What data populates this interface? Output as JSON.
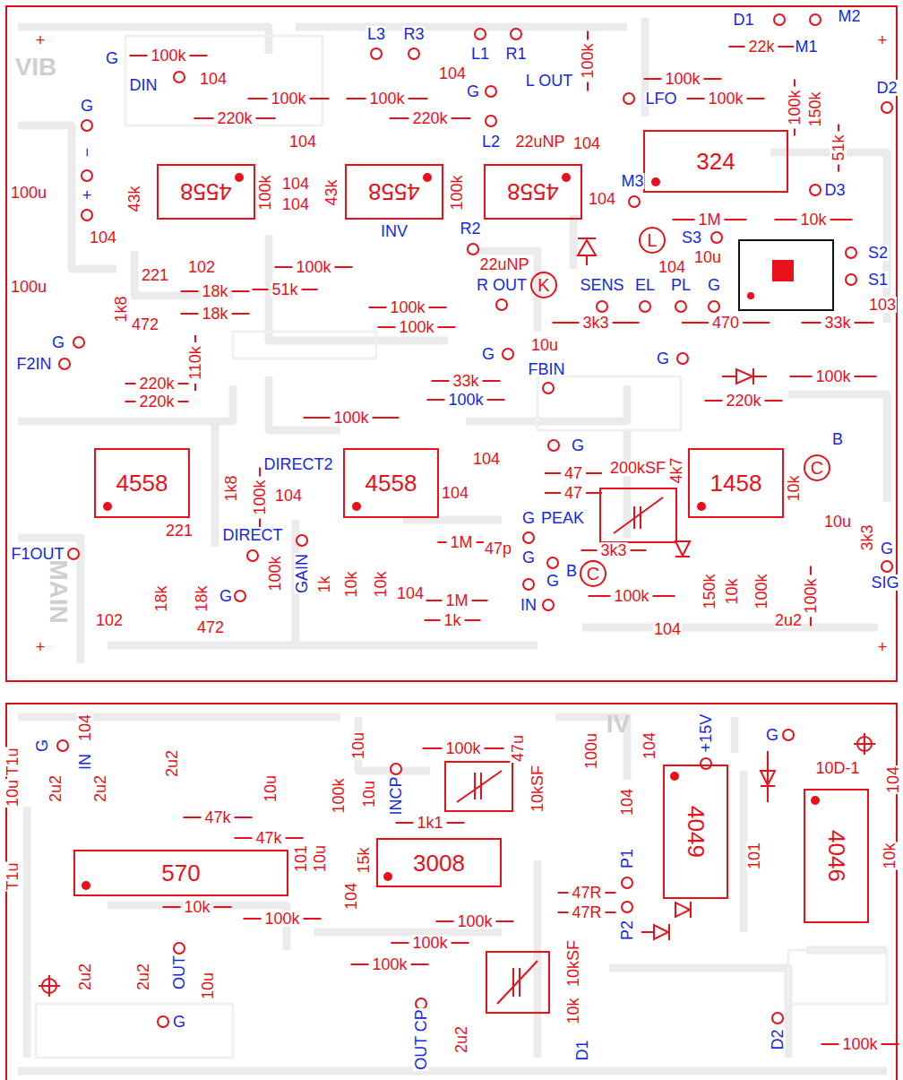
{
  "diagram": {
    "nodes": [
      {
        "text": [
          "324"
        ]
      },
      {
        "text": [
          "4558"
        ]
      },
      {
        "text": [
          "4558"
        ]
      },
      {
        "text": [
          "4558"
        ]
      },
      {
        "text": [
          "K"
        ]
      },
      {
        "text": [
          "L"
        ]
      },
      {
        "text": [
          "4558"
        ]
      },
      {
        "text": [
          "4558"
        ]
      },
      {
        "text": [
          "1458"
        ]
      },
      {
        "text": [
          "C"
        ]
      },
      {
        "text": [
          "C"
        ]
      },
      {
        "text": [
          "570"
        ]
      },
      {
        "text": [
          "3008"
        ]
      },
      {
        "text": [
          "4049"
        ]
      },
      {
        "text": [
          "4046"
        ]
      }
    ],
    "labels": [
      "+",
      "+",
      "+",
      "+",
      "G",
      "100k",
      "DIN",
      "104",
      "100k",
      "100k",
      "220k",
      "104",
      "220k",
      "L3",
      "R3",
      "104",
      "L1",
      "R1",
      "G",
      "L OUT",
      "100k",
      "100k",
      "LFO",
      "100k",
      "D1",
      "M2",
      "22k",
      "M1",
      "100k",
      "150k",
      "51k",
      "D2",
      "L2",
      "22uNP",
      "104",
      "G",
      "−",
      "+",
      "100u",
      "43k",
      "100k",
      "104",
      "104",
      "43k",
      "100k",
      "104",
      "M3",
      "1M",
      "10k",
      "D3",
      "104",
      "100u",
      "221",
      "102",
      "18k",
      "18k",
      "1k8",
      "472",
      "INV",
      "100k",
      "51k",
      "R2",
      "22uNP",
      "R OUT",
      "SENS",
      "EL",
      "PL",
      "G",
      "S3",
      "104",
      "10u",
      "S2",
      "S1",
      "103",
      "100k",
      "100k",
      "3k3",
      "470",
      "33k",
      "G",
      "10u",
      "FBIN",
      "G",
      "G",
      "F2IN",
      "220k",
      "220k",
      "110k",
      "33k",
      "100k",
      "100k",
      "100k",
      "220k",
      "DIRECT2",
      "1k8",
      "100k",
      "104",
      "DIRECT",
      "221",
      "F1OUT",
      "104",
      "104",
      "G",
      "47",
      "47",
      "200kSF",
      "4k7",
      "10k",
      "G",
      "PEAK",
      "1M",
      "47p",
      "G",
      "3k3",
      "G",
      "IN",
      "B",
      "100k",
      "104",
      "150k",
      "10k",
      "100k",
      "2u2",
      "100k",
      "B",
      "10u",
      "3k3",
      "G",
      "SIG",
      "GAIN",
      "100k",
      "1k",
      "10k",
      "10k",
      "104",
      "1M",
      "1k",
      "18k",
      "18k",
      "102",
      "472",
      "G",
      "104",
      "G",
      "IN",
      "2u2",
      "2u2",
      "2u2",
      "T1u",
      "10u",
      "T1u",
      "47k",
      "47k",
      "10u",
      "10u",
      "100k",
      "10u",
      "INCP",
      "101",
      "10u",
      "15k",
      "104",
      "10k",
      "100k",
      "2u2",
      "2u2",
      "OUT",
      "10u",
      "G",
      "100k",
      "47u",
      "1k1",
      "10kSF",
      "100k",
      "100k",
      "100k",
      "OUT CP",
      "2u2",
      "10kSF",
      "10k",
      "D1",
      "100u",
      "104",
      "104",
      "+15V",
      "G",
      "10D-1",
      "104",
      "10k",
      "P1",
      "P2",
      "47R",
      "47R",
      "101",
      "D2",
      "100k",
      "VIB",
      "MAIN",
      "IV"
    ]
  }
}
